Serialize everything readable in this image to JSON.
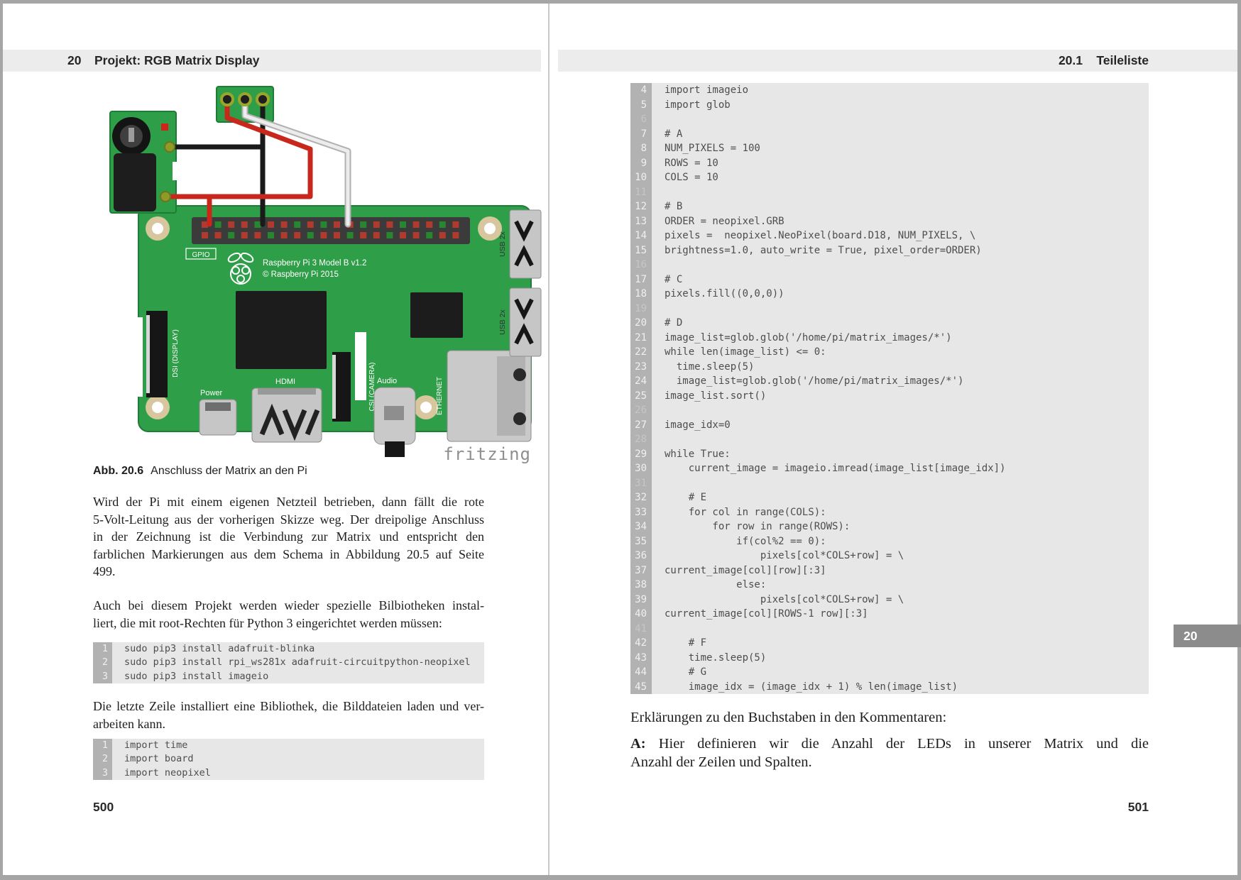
{
  "window": {
    "frame_color": "#a5a5a5"
  },
  "left_page": {
    "header": {
      "chapter_number": "20",
      "title": "Projekt: RGB Matrix Display"
    },
    "figure": {
      "watermark": "fritzing",
      "board": {
        "gpio_label": "GPIO",
        "title": "Raspberry Pi 3 Model B v1.2",
        "copyright": "© Raspberry Pi 2015",
        "usb_label": "USB 2x",
        "dsi_label": "DSI (DISPLAY)",
        "hdmi_label": "HDMI",
        "power_label": "Power",
        "csi_label": "CSI (CAMERA)",
        "audio_label": "Audio",
        "ethernet_label": "ETHERNET"
      },
      "caption": {
        "label": "Abb. 20.6",
        "text": "Anschluss der Matrix an den Pi"
      }
    },
    "paragraph_1": {
      "lines": [
        "Wird der Pi mit einem eigenen Netzteil betrieben, dann fällt die rote",
        "5-Volt-Leitung aus der vorherigen Skizze weg. Der dreipolige Anschluss",
        "in der Zeichnung ist die Verbindung zur Matrix und entspricht den",
        "farblichen Markierungen aus dem Schema in Abbildung 20.5 auf Seite",
        "499."
      ]
    },
    "paragraph_2": {
      "lines": [
        "Auch bei diesem Projekt werden wieder spezielle Bilbiotheken instal-",
        "liert, die mit root-Rechten für Python 3 eingerichtet werden müssen:"
      ]
    },
    "install_code": {
      "lines": [
        {
          "n": "1",
          "c": "sudo pip3 install adafruit-blinka"
        },
        {
          "n": "2",
          "c": "sudo pip3 install rpi_ws281x adafruit-circuitpython-neopixel"
        },
        {
          "n": "3",
          "c": "sudo pip3 install imageio"
        }
      ]
    },
    "paragraph_3": {
      "lines": [
        "Die letzte Zeile installiert eine Bibliothek, die Bilddateien laden und ver-",
        "arbeiten kann."
      ]
    },
    "import_code": {
      "lines": [
        {
          "n": "1",
          "c": "import time"
        },
        {
          "n": "2",
          "c": "import board"
        },
        {
          "n": "3",
          "c": "import neopixel"
        }
      ]
    },
    "page_number": "500"
  },
  "right_page": {
    "header": {
      "section_number": "20.1",
      "title": "Teileliste"
    },
    "code": {
      "lines": [
        {
          "n": "4",
          "c": "import imageio"
        },
        {
          "n": "5",
          "c": "import glob"
        },
        {
          "n": "6",
          "c": ""
        },
        {
          "n": "7",
          "c": "# A"
        },
        {
          "n": "8",
          "c": "NUM_PIXELS = 100"
        },
        {
          "n": "9",
          "c": "ROWS = 10"
        },
        {
          "n": "10",
          "c": "COLS = 10"
        },
        {
          "n": "11",
          "c": ""
        },
        {
          "n": "12",
          "c": "# B"
        },
        {
          "n": "13",
          "c": "ORDER = neopixel.GRB"
        },
        {
          "n": "14",
          "c": "pixels =  neopixel.NeoPixel(board.D18, NUM_PIXELS, \\"
        },
        {
          "n": "15",
          "c": "brightness=1.0, auto_write = True, pixel_order=ORDER)"
        },
        {
          "n": "16",
          "c": ""
        },
        {
          "n": "17",
          "c": "# C"
        },
        {
          "n": "18",
          "c": "pixels.fill((0,0,0))"
        },
        {
          "n": "19",
          "c": ""
        },
        {
          "n": "20",
          "c": "# D"
        },
        {
          "n": "21",
          "c": "image_list=glob.glob('/home/pi/matrix_images/*')"
        },
        {
          "n": "22",
          "c": "while len(image_list) <= 0:"
        },
        {
          "n": "23",
          "c": "  time.sleep(5)"
        },
        {
          "n": "24",
          "c": "  image_list=glob.glob('/home/pi/matrix_images/*')"
        },
        {
          "n": "25",
          "c": "image_list.sort()"
        },
        {
          "n": "26",
          "c": ""
        },
        {
          "n": "27",
          "c": "image_idx=0"
        },
        {
          "n": "28",
          "c": ""
        },
        {
          "n": "29",
          "c": "while True:"
        },
        {
          "n": "30",
          "c": "    current_image = imageio.imread(image_list[image_idx])"
        },
        {
          "n": "31",
          "c": ""
        },
        {
          "n": "32",
          "c": "    # E"
        },
        {
          "n": "33",
          "c": "    for col in range(COLS):"
        },
        {
          "n": "34",
          "c": "        for row in range(ROWS):"
        },
        {
          "n": "35",
          "c": "            if(col%2 == 0):"
        },
        {
          "n": "36",
          "c": "                pixels[col*COLS+row] = \\"
        },
        {
          "n": "37",
          "c": "current_image[col][row][:3]"
        },
        {
          "n": "38",
          "c": "            else:"
        },
        {
          "n": "39",
          "c": "                pixels[col*COLS+row] = \\"
        },
        {
          "n": "40",
          "c": "current_image[col][ROWS-1 row][:3]"
        },
        {
          "n": "41",
          "c": ""
        },
        {
          "n": "42",
          "c": "    # F"
        },
        {
          "n": "43",
          "c": "    time.sleep(5)"
        },
        {
          "n": "44",
          "c": "    # G"
        },
        {
          "n": "45",
          "c": "    image_idx = (image_idx + 1) % len(image_list)"
        }
      ]
    },
    "chapter_tab": "20",
    "explanation_heading": "Erklärungen zu den Buchstaben in den Kommentaren:",
    "note_a": {
      "prefix": "A:",
      "line1": "Hier definieren wir die Anzahl der LEDs in unserer Matrix und die",
      "line2": "Anzahl der Zeilen und Spalten."
    },
    "page_number": "501"
  }
}
